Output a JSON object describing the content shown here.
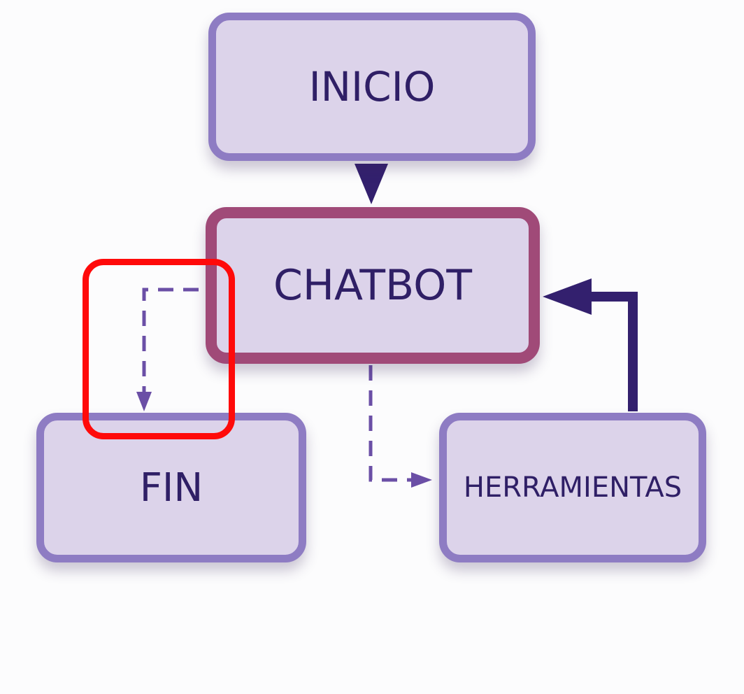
{
  "diagram": {
    "nodes": [
      {
        "id": "inicio",
        "label": "INICIO"
      },
      {
        "id": "chatbot",
        "label": "CHATBOT"
      },
      {
        "id": "fin",
        "label": "FIN"
      },
      {
        "id": "herramientas",
        "label": "HERRAMIENTAS"
      }
    ],
    "edges": [
      {
        "from": "inicio",
        "to": "chatbot",
        "style": "solid"
      },
      {
        "from": "chatbot",
        "to": "fin",
        "style": "dashed"
      },
      {
        "from": "chatbot",
        "to": "herramientas",
        "style": "dashed"
      },
      {
        "from": "herramientas",
        "to": "chatbot",
        "style": "solid"
      }
    ],
    "highlight": {
      "target": "edge-chatbot-to-fin",
      "color": "#ff0a0a"
    }
  },
  "colors": {
    "node_fill": "#dcd3ea",
    "node_border": "#8e7cc3",
    "active_node_border": "#a04a78",
    "text": "#2f1f66",
    "solid_edge": "#33206e",
    "dashed_edge": "#6b4fa6"
  }
}
